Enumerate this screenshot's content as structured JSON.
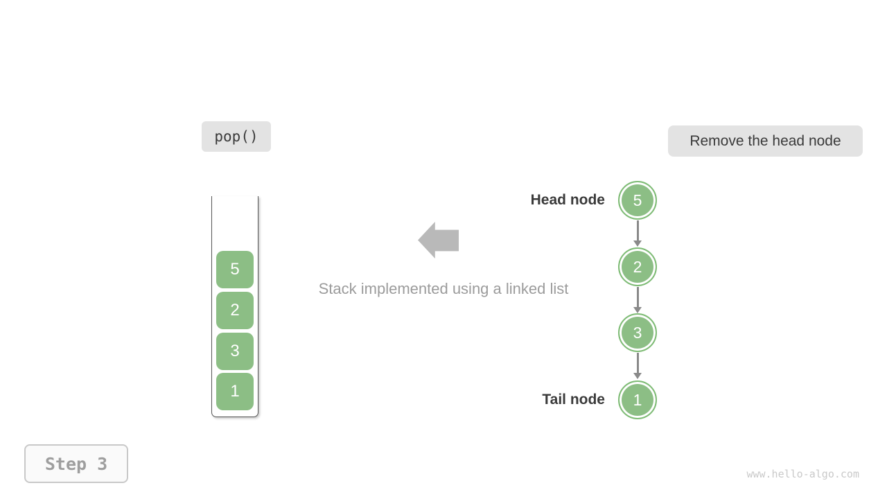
{
  "labels": {
    "operation": "pop()",
    "description": "Remove the head node",
    "caption": "Stack implemented using a linked list",
    "head_node": "Head node",
    "tail_node": "Tail node",
    "step": "Step 3",
    "watermark": "www.hello-algo.com"
  },
  "stack": {
    "items": [
      "5",
      "2",
      "3",
      "1"
    ]
  },
  "linked_list": {
    "nodes": [
      "5",
      "2",
      "3",
      "1"
    ]
  },
  "icons": {
    "direction_arrow": "block-arrow-left-icon",
    "node_connector": "arrow-down-icon"
  },
  "colors": {
    "node_green": "#8cbe85",
    "node_ring": "#7fbc76",
    "label_bg": "#e3e3e3",
    "dark_text": "#3a3a3a",
    "gray_text": "#9b9b9b",
    "arrow_gray": "#b9b9b9",
    "connector_gray": "#8a8a8a",
    "step_text": "#9e9e9e",
    "watermark_gray": "#c9c9c9"
  }
}
